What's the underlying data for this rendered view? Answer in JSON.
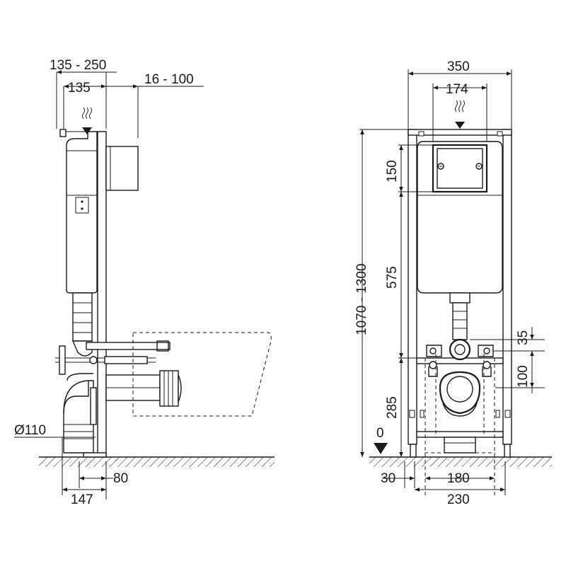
{
  "side_view": {
    "dim_depth_range": "135 - 250",
    "dim_depth": "135",
    "dim_wall_offset": "16 - 100",
    "dim_pipe_diameter": "Ø110",
    "dim_floor_offset": "80",
    "dim_outlet_depth": "147"
  },
  "front_view": {
    "dim_frame_width": "350",
    "dim_plate_width": "174",
    "dim_plate_height": "150",
    "dim_height_range": "1070 - 1300",
    "dim_cistern_height": "575",
    "dim_flush_pipe": "35",
    "dim_stud_spacing_v": "100",
    "dim_outlet_height": "285",
    "dim_zero_level": "0",
    "dim_foot_offset": "30",
    "dim_bolt_spacing": "180",
    "dim_feet_spacing": "230"
  }
}
